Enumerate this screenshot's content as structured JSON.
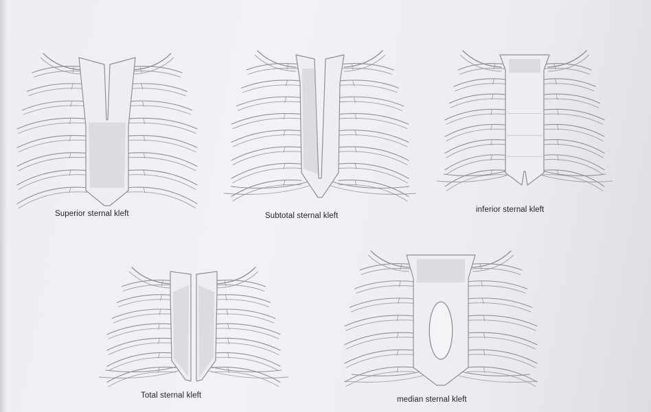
{
  "labels": {
    "superior": "Superior sternal kleft",
    "subtotal": "Subtotal sternal kleft",
    "inferior": "inferior sternal kleft",
    "total": "Total sternal kleft",
    "median": "median sternal kleft"
  },
  "style": {
    "pencil": "#8e8e95",
    "shade": "#b9b9c0",
    "paper": "#eceef2"
  }
}
